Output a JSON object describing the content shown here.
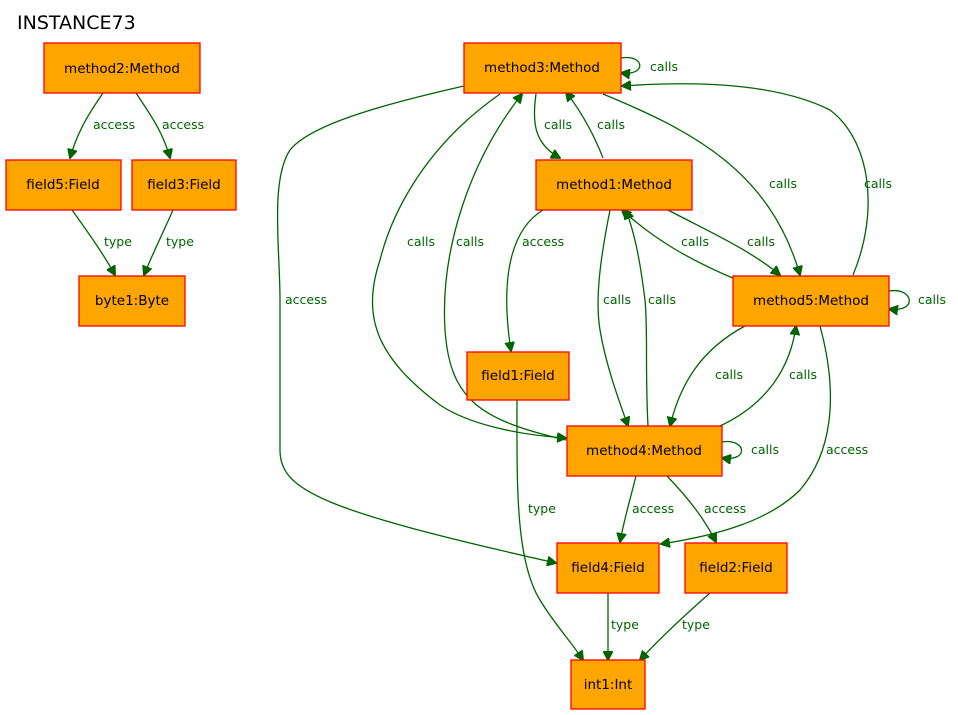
{
  "title": "INSTANCE73",
  "colors": {
    "node_fill": "#ffa500",
    "node_stroke": "#ff0000",
    "edge": "#006400",
    "text": "#000000"
  },
  "nodes": {
    "method2": "method2:Method",
    "field5": "field5:Field",
    "field3": "field3:Field",
    "byte1": "byte1:Byte",
    "method3": "method3:Method",
    "method1": "method1:Method",
    "method5": "method5:Method",
    "field1": "field1:Field",
    "method4": "method4:Method",
    "field4": "field4:Field",
    "field2": "field2:Field",
    "int1": "int1:Int"
  },
  "edges": {
    "method2_field5": "access",
    "method2_field3": "access",
    "field5_byte1": "type",
    "field3_byte1": "type",
    "method3_self": "calls",
    "method3_method1": "calls",
    "method1_method3": "calls",
    "method3_method5": "calls",
    "method5_method3": "calls",
    "method3_method4": "calls",
    "method4_method3": "calls",
    "method3_field4": "access",
    "method1_field1": "access",
    "method1_method5": "calls",
    "method5_method1": "calls",
    "method1_method4": "calls",
    "method4_method1": "calls",
    "method5_self": "calls",
    "method5_method4": "calls",
    "method4_method5": "calls",
    "method5_field4": "access",
    "method4_self": "calls",
    "method4_field4": "access",
    "method4_field2": "access",
    "field1_int1": "type",
    "field4_int1": "type",
    "field2_int1": "type"
  }
}
